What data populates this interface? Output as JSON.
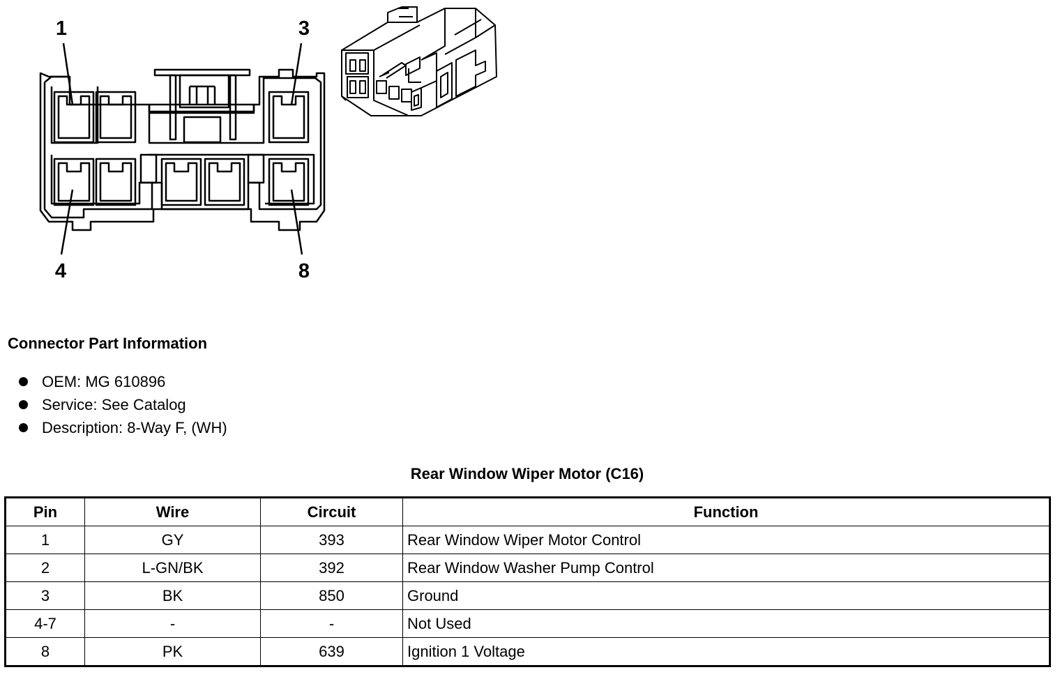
{
  "connector_face": {
    "callouts": [
      "1",
      "3",
      "4",
      "8"
    ]
  },
  "part_info": {
    "title": "Connector Part Information",
    "items": [
      "OEM: MG 610896",
      "Service: See Catalog",
      "Description: 8-Way F, (WH)"
    ]
  },
  "pin_table": {
    "title": "Rear Window Wiper Motor (C16)",
    "headers": [
      "Pin",
      "Wire",
      "Circuit",
      "Function"
    ],
    "rows": [
      [
        "1",
        "GY",
        "393",
        "Rear Window Wiper Motor Control"
      ],
      [
        "2",
        "L-GN/BK",
        "392",
        "Rear Window Washer Pump Control"
      ],
      [
        "3",
        "BK",
        "850",
        "Ground"
      ],
      [
        "4-7",
        "-",
        "-",
        "Not Used"
      ],
      [
        "8",
        "PK",
        "639",
        "Ignition 1 Voltage"
      ]
    ]
  }
}
